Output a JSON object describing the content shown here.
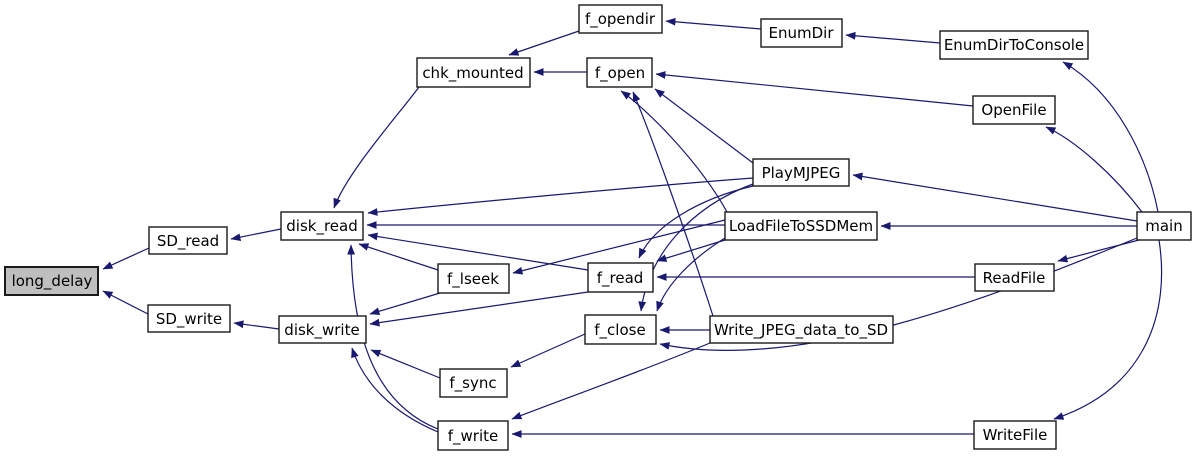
{
  "graph": {
    "type": "caller-graph",
    "highlighted_node": "long_delay",
    "colors": {
      "edge": "#191970",
      "node_border": "#1a1a1a",
      "node_fill": "#ffffff",
      "highlight_fill": "#bfbfbf",
      "background": "#ffffff",
      "text": "#000000"
    },
    "nodes": [
      {
        "label": "long_delay"
      },
      {
        "label": "SD_read"
      },
      {
        "label": "SD_write"
      },
      {
        "label": "disk_read"
      },
      {
        "label": "disk_write"
      },
      {
        "label": "f_lseek"
      },
      {
        "label": "f_sync"
      },
      {
        "label": "f_write"
      },
      {
        "label": "chk_mounted"
      },
      {
        "label": "f_opendir"
      },
      {
        "label": "f_open"
      },
      {
        "label": "f_read"
      },
      {
        "label": "f_close"
      },
      {
        "label": "EnumDir"
      },
      {
        "label": "EnumDirToConsole"
      },
      {
        "label": "OpenFile"
      },
      {
        "label": "PlayMJPEG"
      },
      {
        "label": "LoadFileToSSDMem"
      },
      {
        "label": "ReadFile"
      },
      {
        "label": "Write_JPEG_data_to_SD"
      },
      {
        "label": "WriteFile"
      },
      {
        "label": "main"
      }
    ],
    "edges": [
      {
        "from": "SD_read",
        "to": "long_delay"
      },
      {
        "from": "SD_write",
        "to": "long_delay"
      },
      {
        "from": "disk_read",
        "to": "SD_read"
      },
      {
        "from": "disk_write",
        "to": "SD_write"
      },
      {
        "from": "chk_mounted",
        "to": "disk_read"
      },
      {
        "from": "f_open",
        "to": "chk_mounted"
      },
      {
        "from": "f_opendir",
        "to": "chk_mounted"
      },
      {
        "from": "EnumDir",
        "to": "f_opendir"
      },
      {
        "from": "EnumDirToConsole",
        "to": "EnumDir"
      },
      {
        "from": "main",
        "to": "EnumDirToConsole"
      },
      {
        "from": "OpenFile",
        "to": "f_open"
      },
      {
        "from": "main",
        "to": "OpenFile"
      },
      {
        "from": "PlayMJPEG",
        "to": "f_open"
      },
      {
        "from": "LoadFileToSSDMem",
        "to": "f_open"
      },
      {
        "from": "Write_JPEG_data_to_SD",
        "to": "f_open"
      },
      {
        "from": "main",
        "to": "PlayMJPEG"
      },
      {
        "from": "main",
        "to": "LoadFileToSSDMem"
      },
      {
        "from": "PlayMJPEG",
        "to": "disk_read"
      },
      {
        "from": "LoadFileToSSDMem",
        "to": "disk_read"
      },
      {
        "from": "f_read",
        "to": "disk_read"
      },
      {
        "from": "f_lseek",
        "to": "disk_read"
      },
      {
        "from": "f_write",
        "to": "disk_read"
      },
      {
        "from": "f_lseek",
        "to": "disk_write"
      },
      {
        "from": "f_read",
        "to": "disk_write"
      },
      {
        "from": "f_sync",
        "to": "disk_write"
      },
      {
        "from": "f_write",
        "to": "disk_write"
      },
      {
        "from": "LoadFileToSSDMem",
        "to": "f_lseek"
      },
      {
        "from": "PlayMJPEG",
        "to": "f_read"
      },
      {
        "from": "LoadFileToSSDMem",
        "to": "f_read"
      },
      {
        "from": "ReadFile",
        "to": "f_read"
      },
      {
        "from": "main",
        "to": "ReadFile"
      },
      {
        "from": "PlayMJPEG",
        "to": "f_close"
      },
      {
        "from": "LoadFileToSSDMem",
        "to": "f_close"
      },
      {
        "from": "Write_JPEG_data_to_SD",
        "to": "f_close"
      },
      {
        "from": "main",
        "to": "f_close"
      },
      {
        "from": "f_close",
        "to": "f_sync"
      },
      {
        "from": "Write_JPEG_data_to_SD",
        "to": "f_write"
      },
      {
        "from": "WriteFile",
        "to": "f_write"
      },
      {
        "from": "main",
        "to": "WriteFile"
      }
    ]
  }
}
